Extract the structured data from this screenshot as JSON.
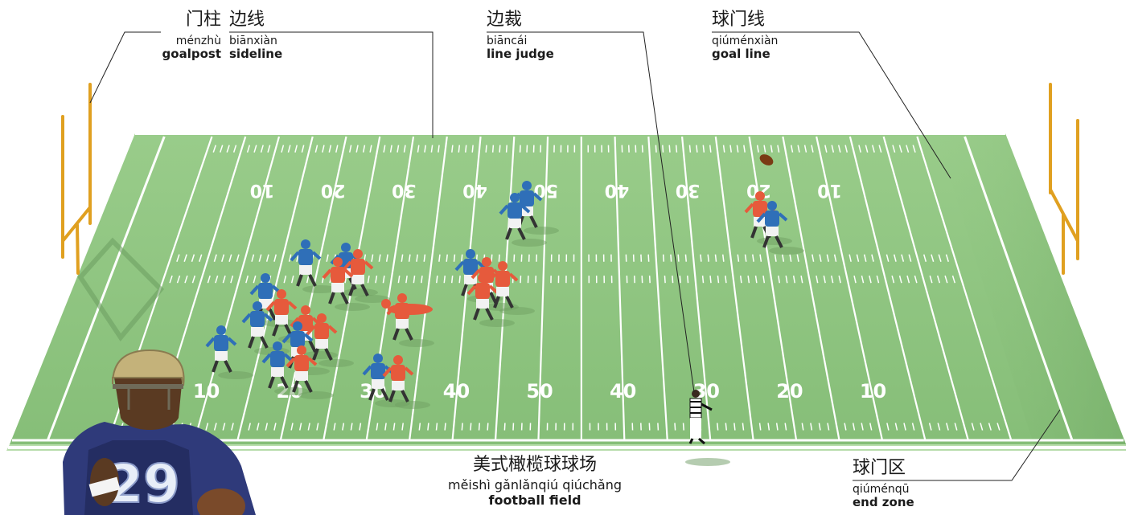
{
  "labels": {
    "goalpost": {
      "zh": "门柱",
      "py": "ménzhù",
      "en": "goalpost"
    },
    "sideline": {
      "zh": "边线",
      "py": "biānxiàn",
      "en": "sideline"
    },
    "line_judge": {
      "zh": "边裁",
      "py": "biāncái",
      "en": "line judge"
    },
    "goal_line": {
      "zh": "球门线",
      "py": "qiúménxiàn",
      "en": "goal line"
    },
    "field": {
      "zh": "美式橄榄球球场",
      "py": "měishì gǎnlǎnqiú qiúchǎng",
      "en": "football field"
    },
    "end_zone": {
      "zh": "球门区",
      "py": "qiúménqū",
      "en": "end zone"
    }
  },
  "field_numbers": {
    "far": [
      "10",
      "20",
      "30",
      "40",
      "50",
      "40",
      "30",
      "20",
      "10"
    ],
    "near": [
      "10",
      "20",
      "30",
      "40",
      "50",
      "40",
      "30",
      "20",
      "10"
    ]
  },
  "player_jersey": "29",
  "colors": {
    "field": "#8cc47d",
    "field_dark": "#7ab36c",
    "lines": "#ffffff",
    "goalpost": "#e0a020",
    "team_blue": "#2f6fb8",
    "team_red": "#e65a3c",
    "leader": "#222222"
  }
}
